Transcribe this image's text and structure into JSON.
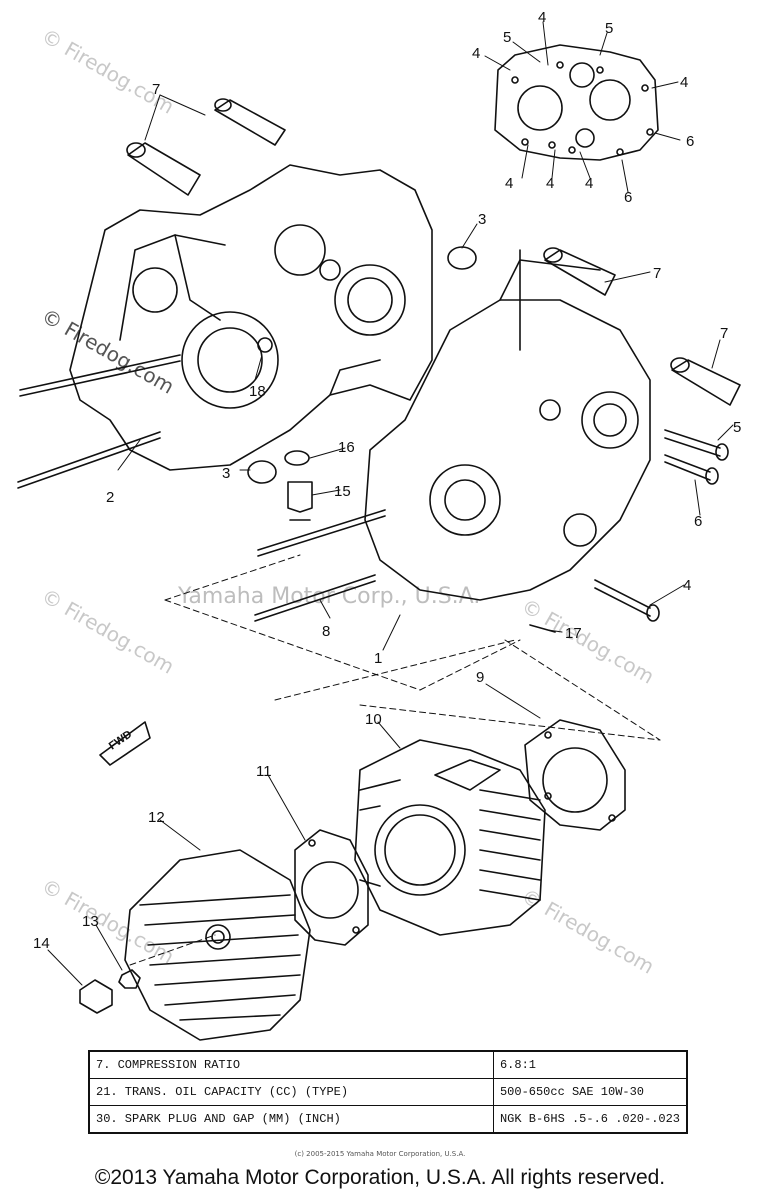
{
  "watermarks": {
    "site": "© Firedog.com",
    "site_short": "Firedog.com",
    "center": "Yamaha Motor Corp., U.S.A."
  },
  "callouts": {
    "c1": "1",
    "c2": "2",
    "c3a": "3",
    "c3b": "3",
    "c4a": "4",
    "c4b": "4",
    "c4c": "4",
    "c4d": "4",
    "c4e": "4",
    "c4f": "4",
    "c4g": "4",
    "c5a": "5",
    "c5b": "5",
    "c5c": "5",
    "c6a": "6",
    "c6b": "6",
    "c6c": "6",
    "c7a": "7",
    "c7b": "7",
    "c7c": "7",
    "c8": "8",
    "c9": "9",
    "c10": "10",
    "c11": "11",
    "c12": "12",
    "c13": "13",
    "c14": "14",
    "c15": "15",
    "c16": "16",
    "c17": "17",
    "c18": "18",
    "fwd": "FWD"
  },
  "spec_table": {
    "rows": [
      {
        "label": "7.  COMPRESSION RATIO",
        "value": "6.8:1"
      },
      {
        "label": "21.  TRANS. OIL CAPACITY (CC) (TYPE)",
        "value": "500-650cc SAE 10W-30"
      },
      {
        "label": "30.  SPARK PLUG AND GAP (MM) (INCH)",
        "value": "NGK B-6HS .5-.6 .020-.023"
      }
    ]
  },
  "credit_small": "(c) 2005-2015 Yamaha Motor Corporation, U.S.A.",
  "copyright": "©2013 Yamaha Motor Corporation, U.S.A. All rights reserved."
}
